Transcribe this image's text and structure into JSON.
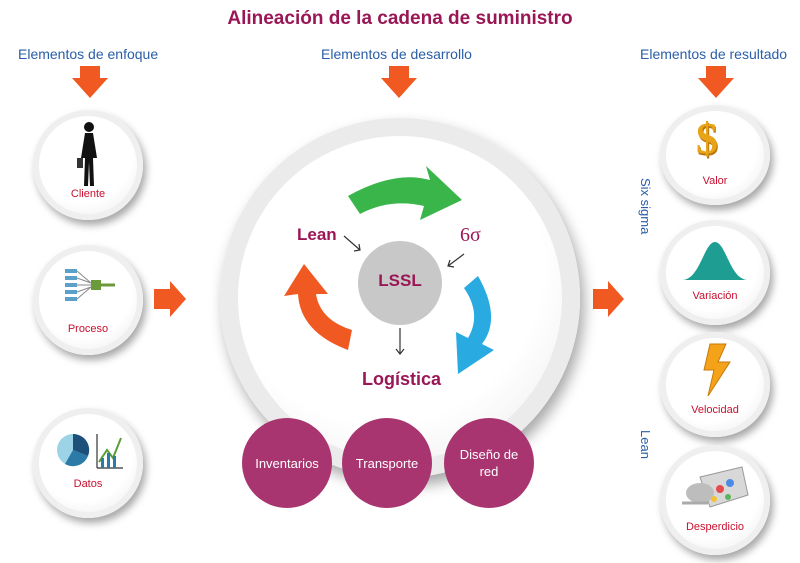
{
  "title": "Alineación de la cadena de suministro",
  "columns": {
    "focus": "Elementos de enfoque",
    "development": "Elementos de desarrollo",
    "result": "Elementos de resultado"
  },
  "focus_items": [
    "Cliente",
    "Proceso",
    "Datos"
  ],
  "center": {
    "core": "LSSL",
    "lean": "Lean",
    "sigma": "6σ",
    "logistics": "Logística"
  },
  "dev_items": [
    "Inventarios",
    "Transporte",
    "Diseño de red"
  ],
  "result_items": [
    "Valor",
    "Variación",
    "Velocidad",
    "Desperdicio"
  ],
  "side_labels": {
    "six_sigma": "Six sigma",
    "lean": "Lean"
  },
  "colors": {
    "title": "#9a1756",
    "header": "#2a5ea8",
    "label": "#c8102e",
    "pill": "#a8356f",
    "arrow": "#f05a22"
  }
}
